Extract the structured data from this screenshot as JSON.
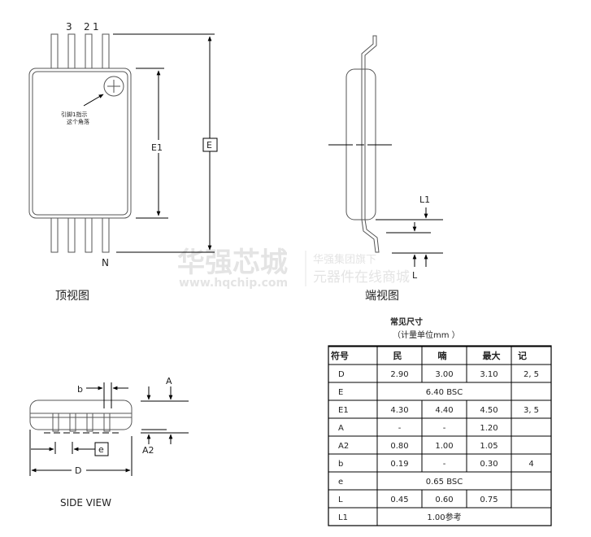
{
  "top_view": {
    "pin_labels": [
      "3",
      "2",
      "1"
    ],
    "pin_n_label": "N",
    "pin1_note_line1": "引脚1指示",
    "pin1_note_line2": "这个角落",
    "dim_e1": "E1",
    "dim_e": "E",
    "caption": "顶视图"
  },
  "end_view": {
    "dim_l1": "L1",
    "dim_l": "L",
    "caption": "端视图"
  },
  "side_view": {
    "dim_b": "b",
    "dim_a": "A",
    "dim_a2": "A2",
    "dim_e": "e",
    "dim_d": "D",
    "caption": "SIDE VIEW"
  },
  "watermark": {
    "brand": "华强芯城",
    "url": "www.hqchip.com",
    "tagline1": "华强集团旗下",
    "tagline2": "元器件在线商城"
  },
  "table": {
    "title": "常见尺寸",
    "unit": "（计量单位mm ）",
    "headers": [
      "符号",
      "民",
      "喃",
      "最大",
      "记"
    ],
    "rows": [
      {
        "sym": "D",
        "min": "2.90",
        "nom": "3.00",
        "max": "3.10",
        "note": "2, 5"
      },
      {
        "sym": "E",
        "span": "6.40 BSC",
        "note": ""
      },
      {
        "sym": "E1",
        "min": "4.30",
        "nom": "4.40",
        "max": "4.50",
        "note": "3, 5"
      },
      {
        "sym": "A",
        "min": "-",
        "nom": "-",
        "max": "1.20",
        "note": ""
      },
      {
        "sym": "A2",
        "min": "0.80",
        "nom": "1.00",
        "max": "1.05",
        "note": ""
      },
      {
        "sym": "b",
        "min": "0.19",
        "nom": "-",
        "max": "0.30",
        "note": "4"
      },
      {
        "sym": "e",
        "span": "0.65 BSC",
        "note": ""
      },
      {
        "sym": "L",
        "min": "0.45",
        "nom": "0.60",
        "max": "0.75",
        "note": ""
      },
      {
        "sym": "L1",
        "span": "1.00参考"
      }
    ]
  }
}
